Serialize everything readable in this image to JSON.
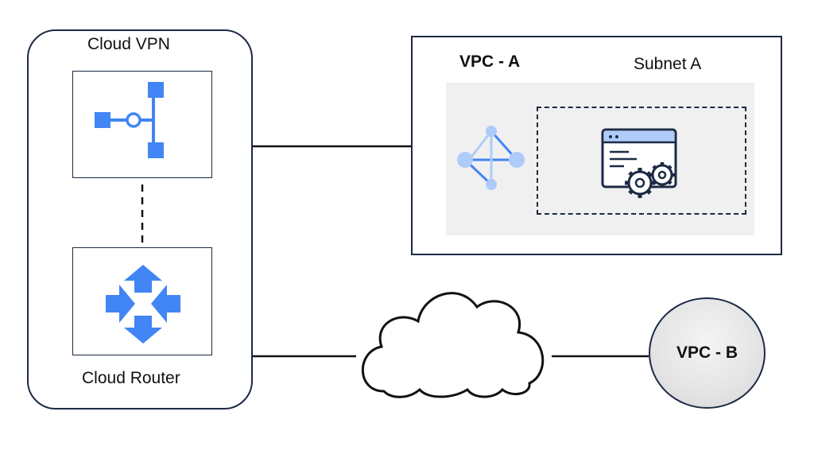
{
  "nodes": {
    "cloud_vpn": "Cloud VPN",
    "cloud_router": "Cloud Router",
    "vpc_a": "VPC - A",
    "subnet_a": "Subnet A",
    "vpc_b": "VPC - B"
  },
  "colors": {
    "outline": "#1c2a45",
    "gcp_blue": "#4285f4",
    "light_blue": "#aecbfa",
    "zone_gray": "#f0f0f0"
  },
  "icons": {
    "vpn": "vpn-gateway-icon",
    "router": "router-arrows-icon",
    "network": "vpc-network-icon",
    "compute": "compute-engine-icon",
    "internet": "cloud-icon"
  }
}
